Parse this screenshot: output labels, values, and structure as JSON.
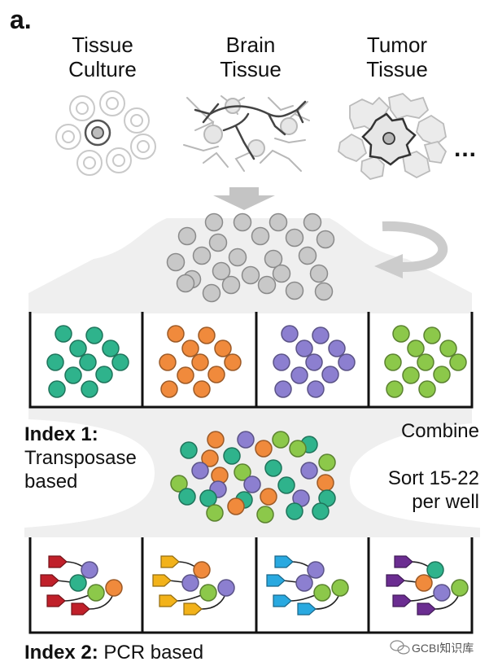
{
  "panel_letter": "a.",
  "tissues": [
    {
      "line1": "Tissue",
      "line2": "Culture",
      "icon": "tissue-culture-icon"
    },
    {
      "line1": "Brain",
      "line2": "Tissue",
      "icon": "brain-tissue-icon"
    },
    {
      "line1": "Tumor",
      "line2": "Tissue",
      "icon": "tumor-tissue-icon"
    }
  ],
  "more_indicator": "...",
  "index1": {
    "title": "Index 1:",
    "line1": "Transposase",
    "line2": "based"
  },
  "combine_label": "Combine",
  "sort_label": {
    "line1": "Sort 15-22",
    "line2": "per well"
  },
  "index2": {
    "title": "Index 2:",
    "rest": "PCR based"
  },
  "well_colors": [
    "#2fb38c",
    "#f08a3c",
    "#8c7fd0",
    "#8cc84a"
  ],
  "tag_colors": [
    "#c0202a",
    "#f2b21a",
    "#29a9e0",
    "#6b2d91"
  ],
  "nucleus_gray": "#c8c8c8",
  "watermark": "GCBI知识库"
}
